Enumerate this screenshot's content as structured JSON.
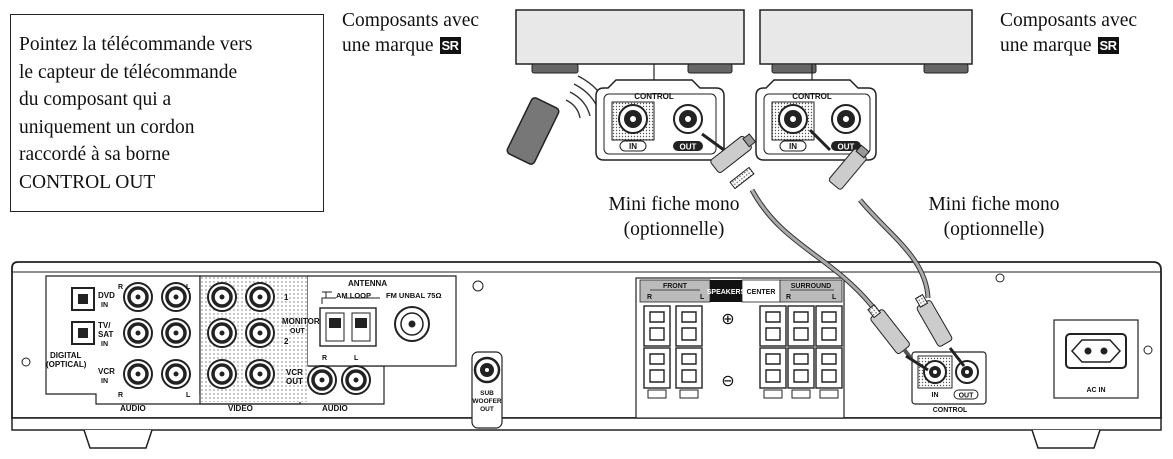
{
  "instruction": {
    "lines": [
      "Pointez la télécommande vers",
      "le capteur de télécommande",
      "du composant qui a",
      "uniquement un cordon",
      "raccordé à sa borne",
      "CONTROL OUT"
    ]
  },
  "component_left": {
    "line1": "Composants avec",
    "line2": "une marque",
    "badge": "SR"
  },
  "component_right": {
    "line1": "Composants avec",
    "line2": "une marque",
    "badge": "SR"
  },
  "plug_left": {
    "line1": "Mini fiche mono",
    "line2": "(optionnelle)"
  },
  "plug_right": {
    "line1": "Mini fiche mono",
    "line2": "(optionnelle)"
  },
  "component_panel": {
    "title": "CONTROL",
    "in": "IN",
    "out": "OUT"
  },
  "receiver": {
    "dvd": [
      "DVD",
      "IN"
    ],
    "tv": [
      "TV/",
      "SAT",
      "IN"
    ],
    "vcr_in": [
      "VCR",
      "IN"
    ],
    "digital": [
      "DIGITAL",
      "(OPTICAL)"
    ],
    "r": "R",
    "l": "L",
    "monitor": [
      "MONITOR",
      "OUT"
    ],
    "one": "1",
    "two": "2",
    "vcr_out": [
      "VCR",
      "OUT"
    ],
    "audio": "AUDIO",
    "video": "VIDEO",
    "antenna": "ANTENNA",
    "am_loop": "AM LOOP",
    "fm": "FM UNBAL 75Ω",
    "sub": [
      "SUB",
      "WOOFER",
      "OUT"
    ],
    "front": "FRONT",
    "speakers": "SPEAKERS",
    "center": "CENTER",
    "surround": "SURROUND",
    "plus": "⊕",
    "minus": "⊖",
    "control": "CONTROL",
    "in": "IN",
    "out": "OUT",
    "ac_in": "AC IN"
  }
}
